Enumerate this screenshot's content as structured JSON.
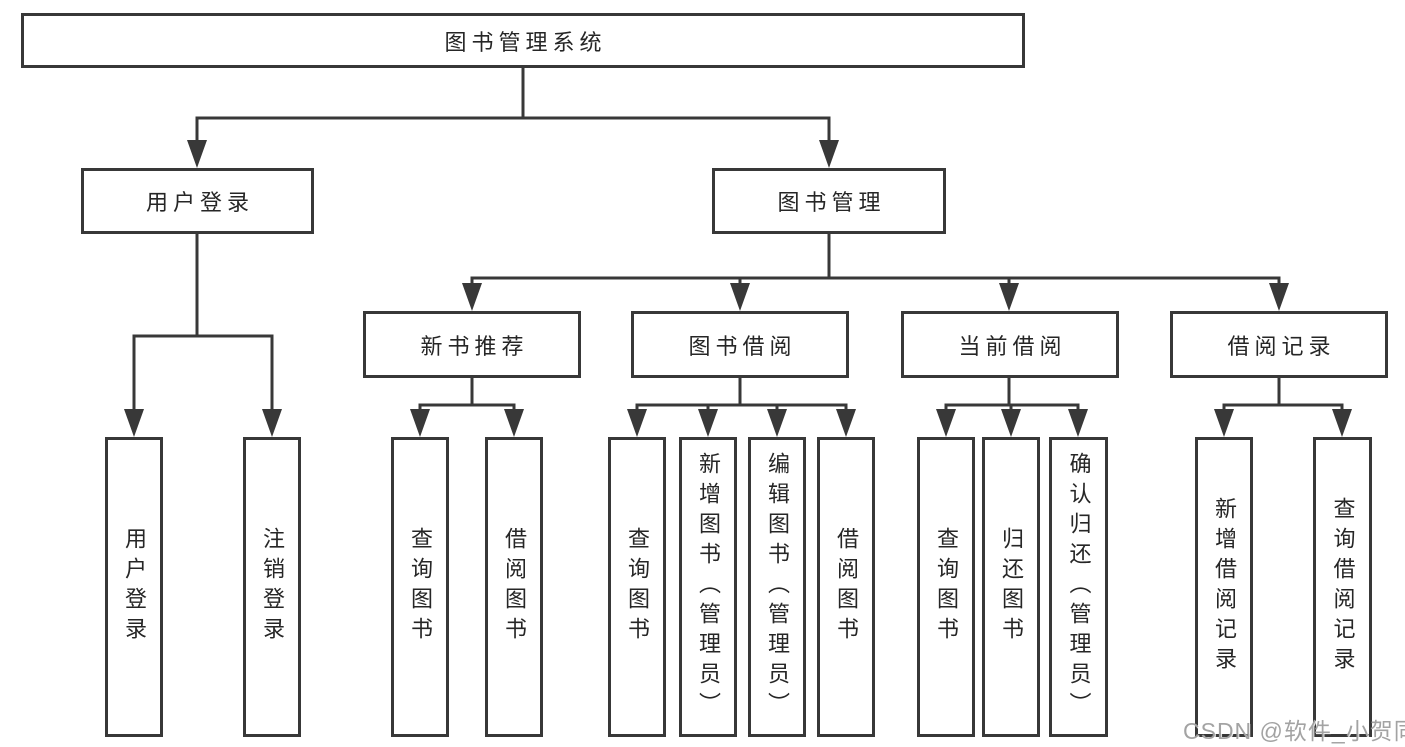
{
  "diagram": {
    "title": {
      "label": "图书管理系统"
    },
    "level2": [
      {
        "label": "用户登录"
      },
      {
        "label": "图书管理"
      }
    ],
    "level3": [
      {
        "label": "新书推荐"
      },
      {
        "label": "图书借阅"
      },
      {
        "label": "当前借阅"
      },
      {
        "label": "借阅记录"
      }
    ],
    "leaves": [
      {
        "label": "用户登录"
      },
      {
        "label": "注销登录"
      },
      {
        "label": "查询图书"
      },
      {
        "label": "借阅图书"
      },
      {
        "label": "查询图书"
      },
      {
        "label": "新增图书（管理员）"
      },
      {
        "label": "编辑图书（管理员）"
      },
      {
        "label": "借阅图书"
      },
      {
        "label": "查询图书"
      },
      {
        "label": "归还图书"
      },
      {
        "label": "确认归还（管理员）"
      },
      {
        "label": "新增借阅记录"
      },
      {
        "label": "查询借阅记录"
      }
    ],
    "watermark": {
      "text": "CSDN @软件_小贺同学"
    },
    "colors": {
      "line": "#383838",
      "text": "#262626",
      "box_background": "#ffffff",
      "watermark": "#9e9e9e"
    }
  }
}
